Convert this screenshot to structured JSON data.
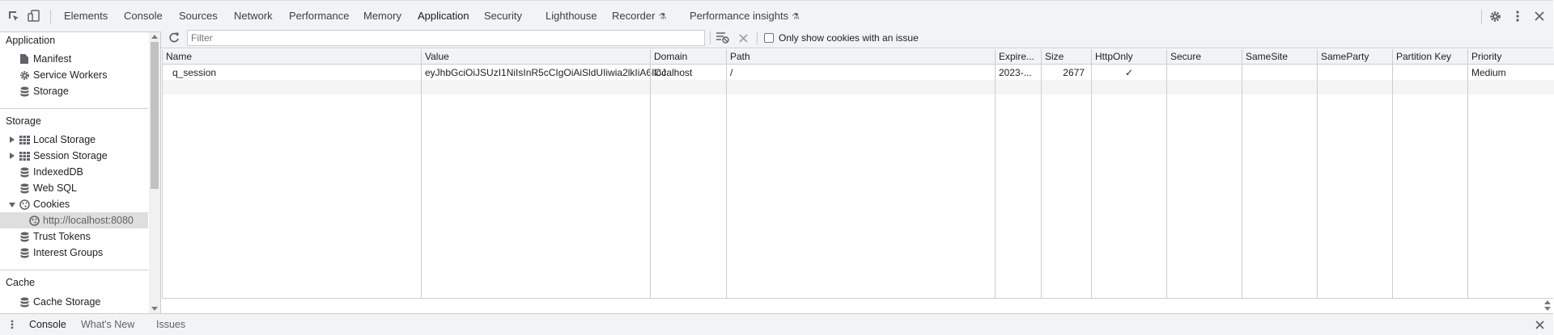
{
  "tabs": [
    {
      "label": "Elements"
    },
    {
      "label": "Console"
    },
    {
      "label": "Sources"
    },
    {
      "label": "Network"
    },
    {
      "label": "Performance"
    },
    {
      "label": "Memory"
    },
    {
      "label": "Application"
    },
    {
      "label": "Security"
    },
    {
      "label": "Lighthouse"
    },
    {
      "label": "Recorder"
    },
    {
      "label": "Performance insights"
    }
  ],
  "active_tab": "Application",
  "sidebar": {
    "sections": {
      "application": "Application",
      "storage": "Storage",
      "cache": "Cache"
    },
    "items": {
      "manifest": "Manifest",
      "service_workers": "Service Workers",
      "storage": "Storage",
      "local_storage": "Local Storage",
      "session_storage": "Session Storage",
      "indexeddb": "IndexedDB",
      "web_sql": "Web SQL",
      "cookies": "Cookies",
      "cookie_origin": "http://localhost:8080",
      "trust_tokens": "Trust Tokens",
      "interest_groups": "Interest Groups",
      "cache_storage": "Cache Storage"
    },
    "selected": "http://localhost:8080"
  },
  "toolbar": {
    "filter_placeholder": "Filter",
    "filter_value": "",
    "only_issues_label": "Only show cookies with an issue",
    "only_issues_checked": false
  },
  "table": {
    "columns": [
      "Name",
      "Value",
      "Domain",
      "Path",
      "Expire...",
      "Size",
      "HttpOnly",
      "Secure",
      "SameSite",
      "SameParty",
      "Partition Key",
      "Priority"
    ],
    "rows": [
      {
        "name": "q_session",
        "value": "eyJhbGciOiJSUzI1NiIsInR5cCIgOiAiSldUIiwia2lkIiA6ICJ",
        "domain": "localhost",
        "path": "/",
        "expires": "2023-...",
        "size": "2677",
        "httponly": "✓",
        "secure": "",
        "samesite": "",
        "sameparty": "",
        "partition_key": "",
        "priority": "Medium"
      }
    ]
  },
  "drawer": {
    "tabs": [
      {
        "label": "Console"
      },
      {
        "label": "What's New"
      },
      {
        "label": "Issues"
      }
    ],
    "active": "Console"
  }
}
